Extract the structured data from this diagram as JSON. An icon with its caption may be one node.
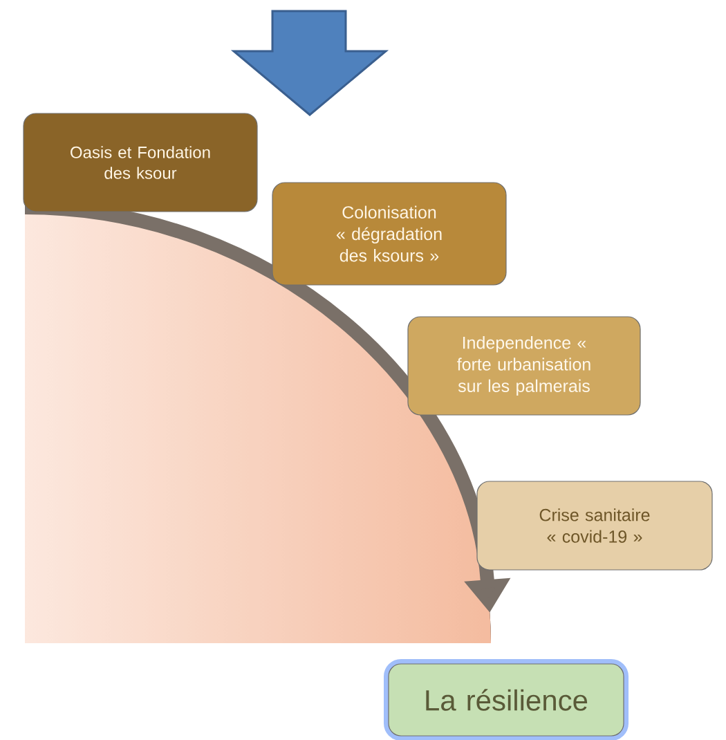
{
  "diagram": {
    "nodes": [
      {
        "text": [
          "Oasis et Fondation des ksour"
        ]
      },
      {
        "text": [
          "Colonisation « dégradation des ksours »"
        ]
      },
      {
        "text": [
          "Independence « forte urbanisation sur les palmerais"
        ]
      },
      {
        "text": [
          "Crise sanitaire « covid-19 »"
        ]
      },
      {
        "text": [
          "La résilience"
        ]
      }
    ]
  }
}
